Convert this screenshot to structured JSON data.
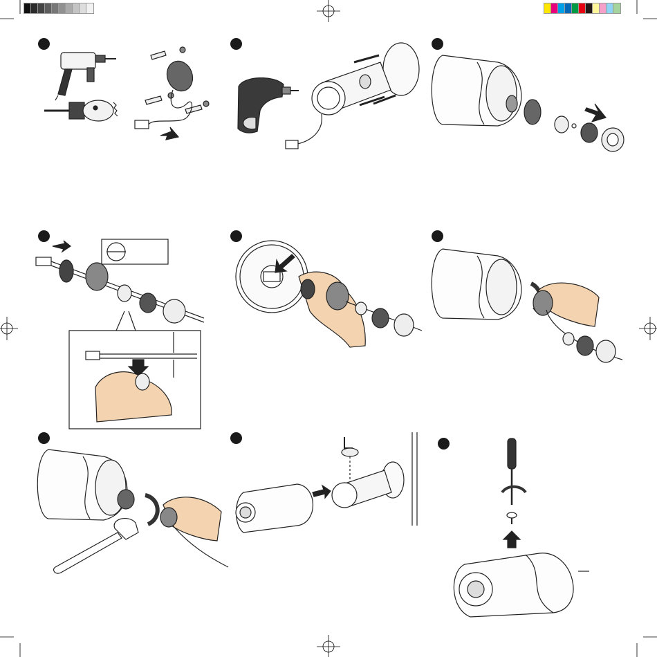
{
  "sheet": {
    "gray_swatches": [
      "#111111",
      "#2b2b2b",
      "#444444",
      "#5e5e5e",
      "#777777",
      "#919191",
      "#aaaaaa",
      "#c4c4c4",
      "#dddddd",
      "#f2f2f2"
    ],
    "color_swatches": [
      "#ffe600",
      "#e6007e",
      "#00a0e9",
      "#0068b7",
      "#009944",
      "#e60012",
      "#231815",
      "#fff799",
      "#f5a0c8",
      "#8fd3f5",
      "#a6d49f"
    ]
  },
  "steps": [
    {
      "id": 1,
      "icons": [
        "hammer-drill-icon",
        "hole-saw-icon",
        "drill-template-icon",
        "wall-anchor-icon",
        "rj45-cable-icon"
      ]
    },
    {
      "id": 2,
      "icons": [
        "electric-screwdriver-icon",
        "mounting-bracket-icon",
        "screw-icon",
        "rj45-cable-icon"
      ]
    },
    {
      "id": 3,
      "icons": [
        "camera-body-icon",
        "cable-gland-icon",
        "sealing-nut-icon",
        "arrow-icon"
      ]
    },
    {
      "id": 4,
      "icons": [
        "rj45-plug-icon",
        "cable-gland-icon",
        "seal-insert-icon",
        "hand-icon"
      ]
    },
    {
      "id": 5,
      "icons": [
        "rj45-port-icon",
        "hand-icon",
        "cable-gland-icon"
      ]
    },
    {
      "id": 6,
      "icons": [
        "camera-body-icon",
        "hand-icon",
        "cable-gland-icon",
        "rotate-arrow-icon"
      ]
    },
    {
      "id": 7,
      "icons": [
        "camera-body-icon",
        "wrench-icon",
        "hand-icon",
        "rotate-arrow-icon"
      ]
    },
    {
      "id": 8,
      "icons": [
        "camera-body-icon",
        "mounting-bracket-icon",
        "allen-key-icon",
        "wall-icon"
      ]
    },
    {
      "id": 9,
      "icons": [
        "screwdriver-icon",
        "screw-icon",
        "camera-body-icon",
        "arrow-up-icon"
      ]
    }
  ]
}
